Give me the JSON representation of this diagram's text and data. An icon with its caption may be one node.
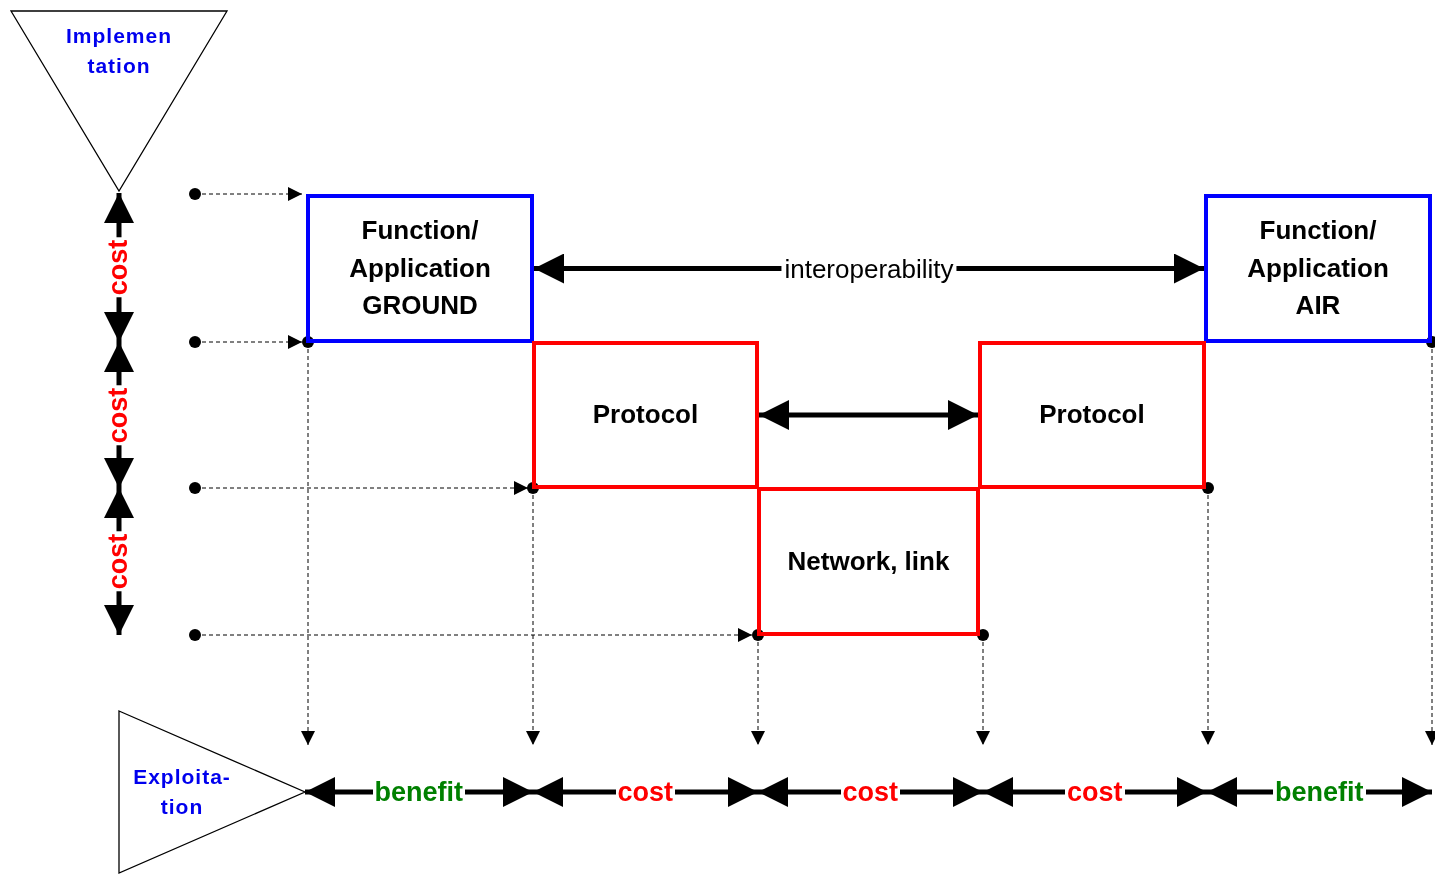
{
  "diagram": {
    "nodes": [
      {
        "text": [
          "Implemen tation"
        ]
      },
      {
        "text": [
          "Function/ Application GROUND"
        ]
      },
      {
        "text": [
          "Function/ Application AIR"
        ]
      },
      {
        "text": [
          "Protocol"
        ]
      },
      {
        "text": [
          "Protocol"
        ]
      },
      {
        "text": [
          "Network, link"
        ]
      },
      {
        "text": [
          "Exploita- tion"
        ]
      }
    ],
    "edges": [
      {
        "from": 1,
        "to": 2,
        "arrow": "both",
        "label": "interoperability"
      },
      {
        "from": 3,
        "to": 4,
        "arrow": "both"
      }
    ],
    "labels": [
      "cost",
      "cost",
      "cost",
      "benefit",
      "cost",
      "cost",
      "cost",
      "benefit"
    ]
  }
}
